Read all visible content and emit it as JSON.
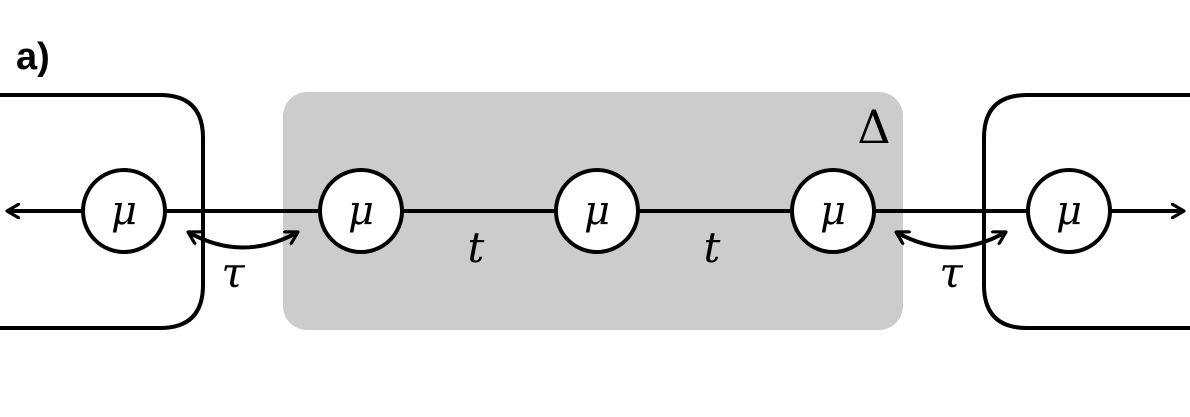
{
  "panel_label": "a)",
  "colors": {
    "stroke": "#000000",
    "node_fill": "#ffffff",
    "highlight_fill": "#cccccc",
    "background": "#ffffff"
  },
  "highlight_region": {
    "label": "Δ"
  },
  "nodes": [
    {
      "id": "lead-left",
      "label": "μ"
    },
    {
      "id": "dot-1",
      "label": "μ"
    },
    {
      "id": "dot-2",
      "label": "μ"
    },
    {
      "id": "dot-3",
      "label": "μ"
    },
    {
      "id": "lead-right",
      "label": "μ"
    }
  ],
  "couplings": {
    "inter_dot": [
      {
        "from": "dot-1",
        "to": "dot-2",
        "label": "t"
      },
      {
        "from": "dot-2",
        "to": "dot-3",
        "label": "t"
      }
    ],
    "lead_to_dot": [
      {
        "from": "lead-left",
        "to": "dot-1",
        "label": "τ"
      },
      {
        "from": "dot-3",
        "to": "lead-right",
        "label": "τ"
      }
    ]
  },
  "chain_continues": [
    "left",
    "right"
  ]
}
